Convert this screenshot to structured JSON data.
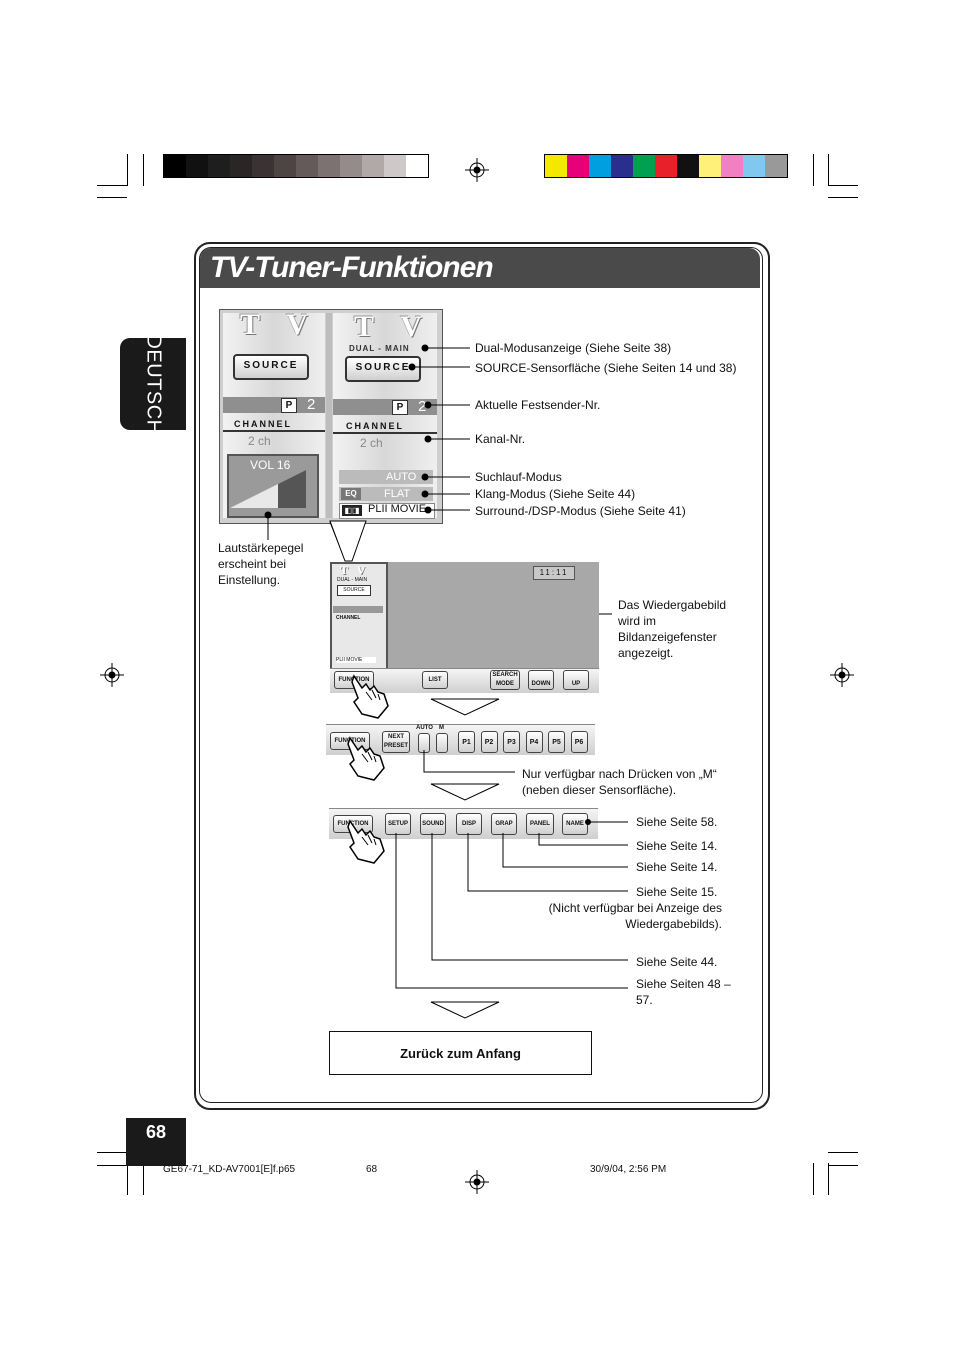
{
  "sidebar": {
    "language": "DEUTSCH"
  },
  "header": {
    "title": "TV-Tuner-Funktionen"
  },
  "screen": {
    "tv_logo": "T V",
    "source_button": "SOURCE",
    "dual_indicator": "DUAL - MAIN",
    "preset_badge": "P",
    "preset_number": "2",
    "channel_label": "CHANNEL",
    "channel_value": "2 ch",
    "volume_label": "VOL 16",
    "search_mode": "AUTO",
    "eq_badge": "EQ",
    "sound_mode": "FLAT",
    "surround_mode": "PLII MOVIE",
    "clock": "11:11"
  },
  "toolbar1": {
    "function": "FUNCTION",
    "list": "LIST",
    "search_mode": "SEARCH MODE",
    "down": "DOWN",
    "up": "UP"
  },
  "toolbar2": {
    "function": "FUNCTION",
    "next_preset": "NEXT PRESET",
    "auto": "AUTO",
    "m": "M",
    "presets": [
      "P1",
      "P2",
      "P3",
      "P4",
      "P5",
      "P6"
    ]
  },
  "toolbar3": {
    "function": "FUNCTION",
    "setup": "SETUP",
    "sound": "SOUND",
    "disp": "DISP",
    "graph": "GRAP",
    "panel": "PANEL",
    "name": "NAME"
  },
  "annotations": {
    "dual_mode": "Dual-Modusanzeige (Siehe Seite 38)",
    "source_area": "SOURCE-Sensorfläche (Siehe Seiten 14 und 38)",
    "current_preset": "Aktuelle Festsender-Nr.",
    "channel_no": "Kanal-Nr.",
    "search_mode": "Suchlauf-Modus",
    "sound_mode": "Klang-Modus (Siehe Seite 44)",
    "surround_mode": "Surround-/DSP-Modus (Siehe Seite 41)",
    "volume_level": "Lautstärkepegel erscheint bei Einstellung.",
    "playback_window": "Das Wiedergabebild wird im Bildanzeigefenster angezeigt.",
    "only_after_m": "Nur verfügbar nach Drücken von „M“ (neben dieser Sensorfläche).",
    "see_58": "Siehe Seite 58.",
    "see_14a": "Siehe Seite 14.",
    "see_14b": "Siehe Seite 14.",
    "see_15": "Siehe Seite 15.",
    "see_15_note": "(Nicht verfügbar bei Anzeige des Wiedergabebilds).",
    "see_44": "Siehe Seite 44.",
    "see_48_57": "Siehe Seiten 48 – 57."
  },
  "back_button": "Zurück zum Anfang",
  "page_number": "68",
  "footer": {
    "file": "GE67-71_KD-AV7001[E]f.p65",
    "page": "68",
    "date": "30/9/04, 2:56 PM"
  },
  "colors": {
    "grayscale_bar": [
      "#000000",
      "#111111",
      "#1e1e1e",
      "#2a2626",
      "#3b3333",
      "#4e4444",
      "#655a5a",
      "#7d7272",
      "#968b8b",
      "#b1a8a8",
      "#cfc8c8",
      "#ffffff"
    ],
    "color_bar": [
      "#f5e800",
      "#e8007a",
      "#00a0e0",
      "#2a2f8f",
      "#00a050",
      "#e8202a",
      "#111111",
      "#fff07a",
      "#f080c0",
      "#80c8f0",
      "#999999"
    ],
    "title_bar": "#4a4a4a",
    "screen_window": "#a8a8a8"
  }
}
